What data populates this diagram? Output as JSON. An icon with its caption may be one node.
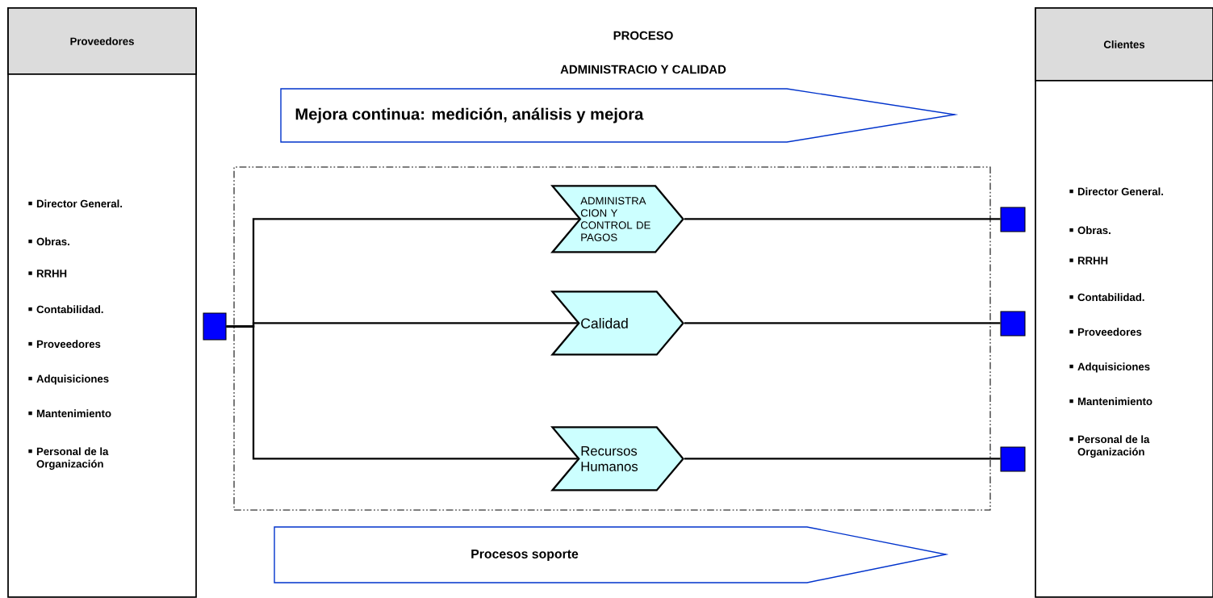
{
  "diagram": {
    "title": "PROCESO",
    "nodes": [
      {
        "text": [
          "Proveedores",
          "Director General.",
          "Obras.",
          "RRHH",
          "Contabilidad.",
          "Proveedores",
          "Adquisiciones",
          "Mantenimiento",
          "Personal de la Organización"
        ]
      },
      {
        "text": [
          "Clientes",
          "Director General.",
          "Obras.",
          "RRHH",
          "Contabilidad.",
          "Proveedores",
          "Adquisiciones",
          "Mantenimiento",
          "Personal de la Organización"
        ]
      },
      {
        "text": [
          "Mejora continua: medición, análisis y mejora"
        ]
      },
      {
        "text": [],
        "shape": "box"
      },
      {
        "text": [],
        "shape": "box"
      },
      {
        "text": [
          "ADMINISTRA CION Y CONTROL DE PAGOS"
        ],
        "in": 3
      },
      {
        "text": [
          "Calidad"
        ],
        "in": 3
      },
      {
        "text": [
          "Recursos Humanos"
        ],
        "in": 3
      },
      {
        "text": [],
        "shape": "box"
      },
      {
        "text": [],
        "shape": "box"
      },
      {
        "text": [],
        "shape": "box"
      },
      {
        "text": [
          "Procesos soporte"
        ]
      }
    ],
    "edges": [
      {
        "from": 4,
        "to": 5,
        "arrow": "none"
      },
      {
        "from": 4,
        "to": 6,
        "arrow": "none"
      },
      {
        "from": 4,
        "to": 7,
        "arrow": "none"
      },
      {
        "from": 5,
        "to": 8,
        "arrow": "none"
      },
      {
        "from": 6,
        "to": 9,
        "arrow": "none"
      },
      {
        "from": 7,
        "to": 10,
        "arrow": "none"
      }
    ],
    "labels": [
      "ADMINISTRACIO Y CALIDAD"
    ]
  }
}
